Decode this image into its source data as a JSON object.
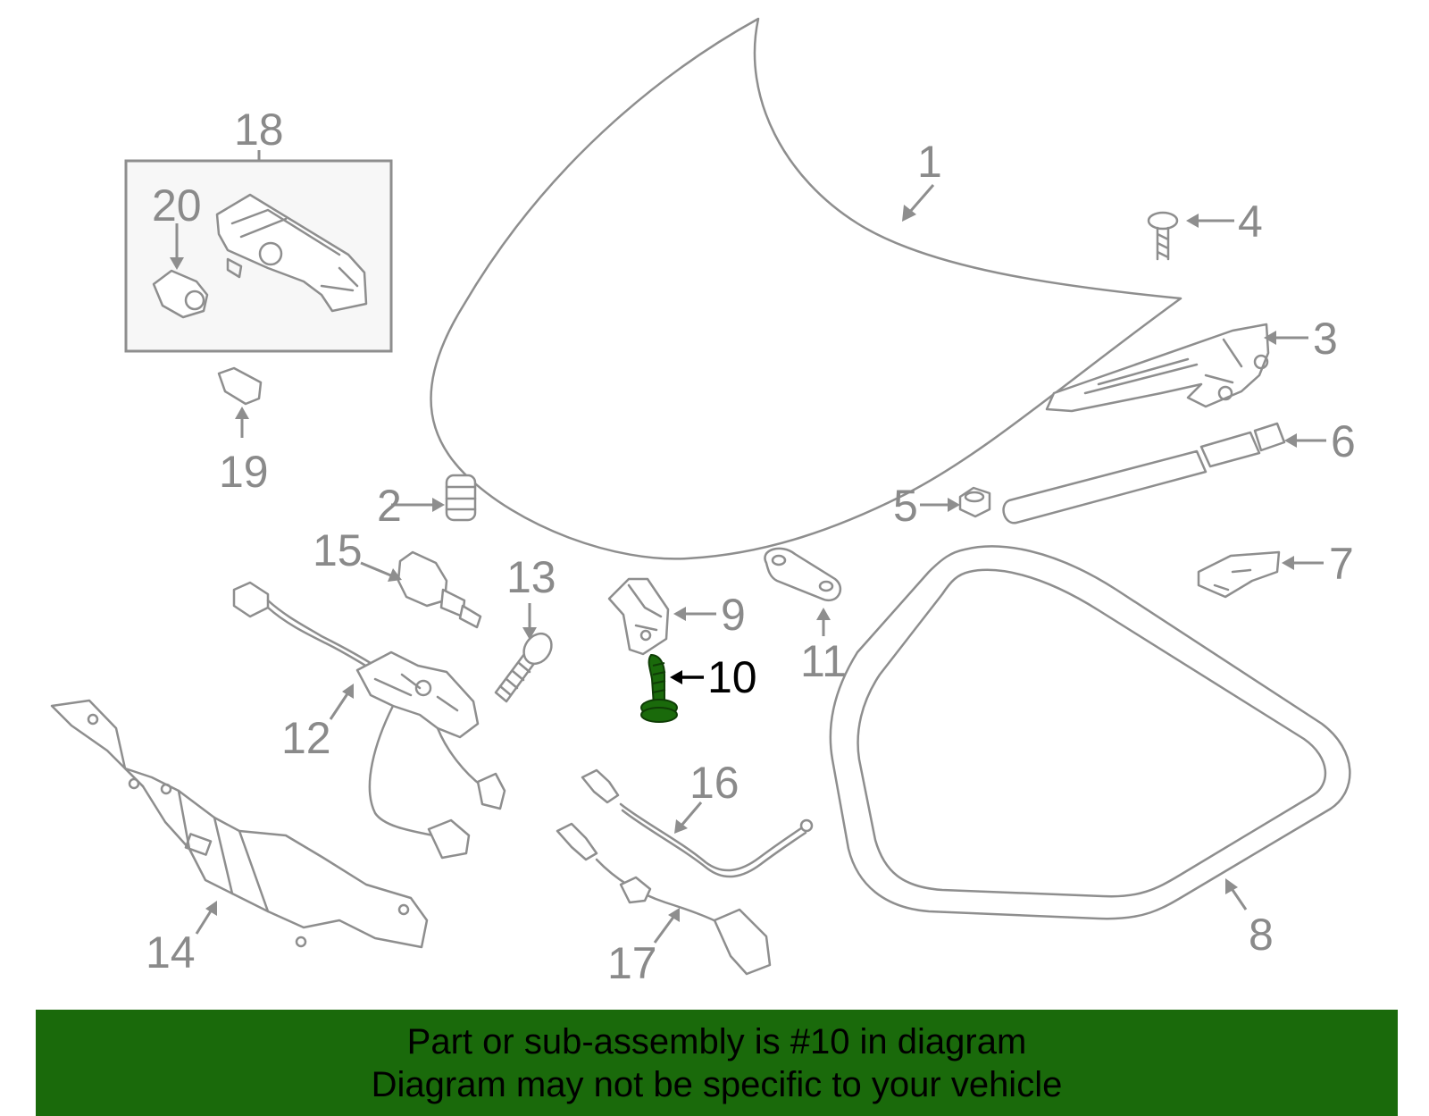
{
  "callouts": [
    {
      "id": "1",
      "label": "1"
    },
    {
      "id": "2",
      "label": "2"
    },
    {
      "id": "3",
      "label": "3"
    },
    {
      "id": "4",
      "label": "4"
    },
    {
      "id": "5",
      "label": "5"
    },
    {
      "id": "6",
      "label": "6"
    },
    {
      "id": "7",
      "label": "7"
    },
    {
      "id": "8",
      "label": "8"
    },
    {
      "id": "9",
      "label": "9"
    },
    {
      "id": "10",
      "label": "10",
      "highlighted": true
    },
    {
      "id": "11",
      "label": "11"
    },
    {
      "id": "12",
      "label": "12"
    },
    {
      "id": "13",
      "label": "13"
    },
    {
      "id": "14",
      "label": "14"
    },
    {
      "id": "15",
      "label": "15"
    },
    {
      "id": "16",
      "label": "16"
    },
    {
      "id": "17",
      "label": "17"
    },
    {
      "id": "18",
      "label": "18"
    },
    {
      "id": "19",
      "label": "19"
    },
    {
      "id": "20",
      "label": "20"
    }
  ],
  "banner": {
    "line1": "Part or sub-assembly is #10 in diagram",
    "line2": "Diagram may not be specific to your vehicle"
  },
  "colors": {
    "part_outline": "#8e8e8e",
    "highlight_part": "#1a6a0b",
    "banner_background": "#1a6a0b",
    "banner_text": "#000000",
    "callout_text": "#8a8a8a",
    "highlight_callout_text": "#000000"
  }
}
